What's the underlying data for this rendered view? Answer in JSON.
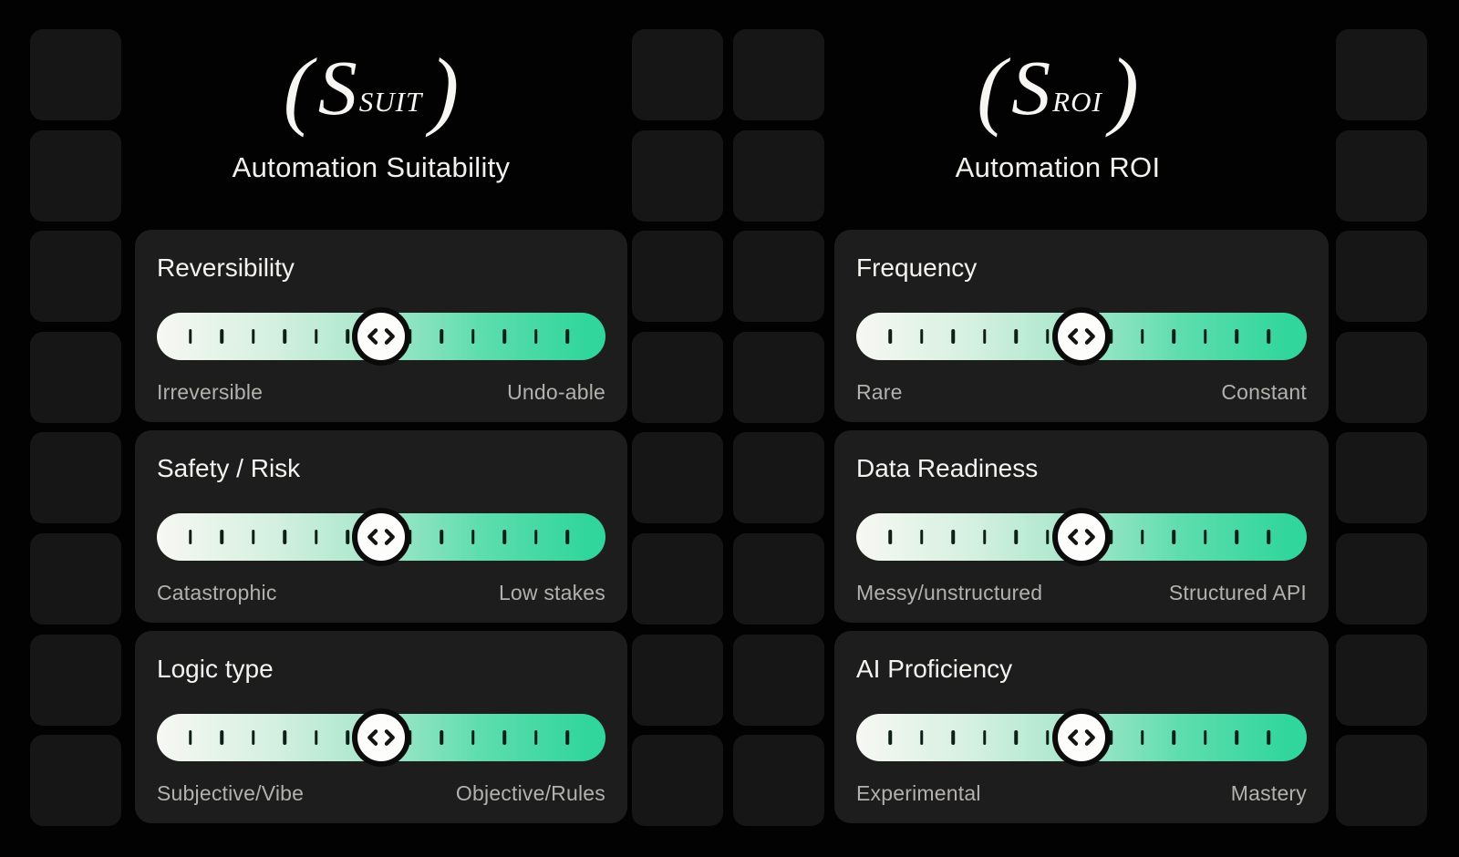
{
  "theme": {
    "background": "#020202",
    "grid_square": "#161616",
    "card_background": "#1d1d1d",
    "title_color": "#f4f3ef",
    "label_color": "#b2b1ad",
    "accent_green": "#31d69c",
    "track_start": "#f7f8f3",
    "tick_color": "#0e1f18",
    "handle_fill": "#fdfdfc",
    "handle_ring": "#0a0b0a"
  },
  "grid": {
    "cols": [
      33,
      693,
      804,
      1465
    ],
    "rows": [
      32,
      143,
      253,
      364,
      474,
      585,
      696,
      806
    ],
    "size": 100
  },
  "slider": {
    "ticks": 13
  },
  "panels": [
    {
      "id": "suitability",
      "formula": {
        "open": "(",
        "symbol": "S",
        "subscript": "SUIT",
        "close": ")"
      },
      "title": "Automation Suitability",
      "cards": [
        {
          "title": "Reversibility",
          "left_label": "Irreversible",
          "right_label": "Undo-able",
          "value_percent": 50
        },
        {
          "title": "Safety / Risk",
          "left_label": "Catastrophic",
          "right_label": "Low stakes",
          "value_percent": 50
        },
        {
          "title": "Logic type",
          "left_label": "Subjective/Vibe",
          "right_label": "Objective/Rules",
          "value_percent": 50
        }
      ]
    },
    {
      "id": "roi",
      "formula": {
        "open": "(",
        "symbol": "S",
        "subscript": "ROI",
        "close": ")"
      },
      "title": "Automation ROI",
      "cards": [
        {
          "title": "Frequency",
          "left_label": "Rare",
          "right_label": "Constant",
          "value_percent": 50
        },
        {
          "title": "Data Readiness",
          "left_label": "Messy/unstructured",
          "right_label": "Structured API",
          "value_percent": 50
        },
        {
          "title": "AI Proficiency",
          "left_label": "Experimental",
          "right_label": "Mastery",
          "value_percent": 50
        }
      ]
    }
  ]
}
